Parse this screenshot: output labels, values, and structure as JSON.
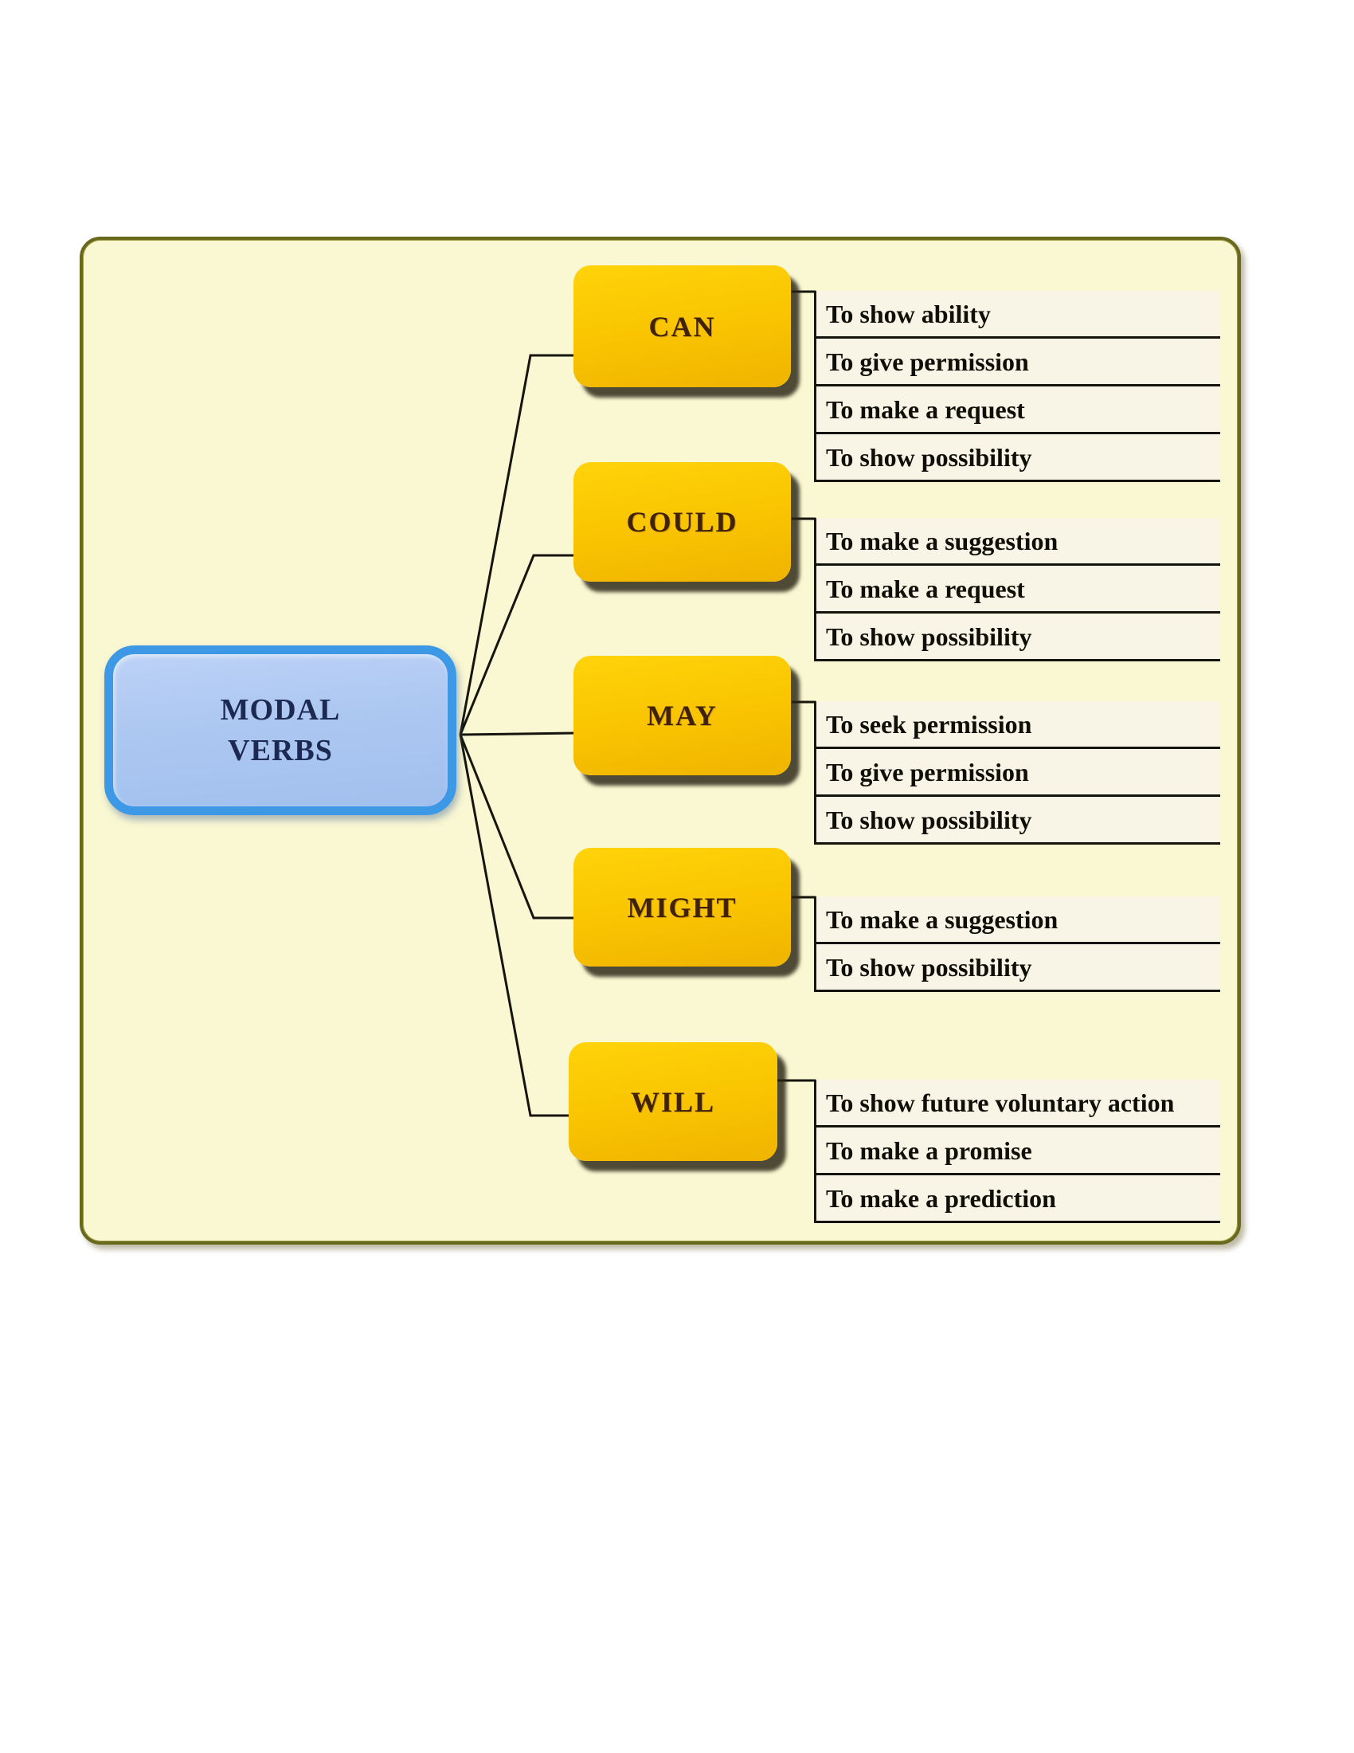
{
  "root": {
    "lines": [
      "MODAL",
      "VERBS"
    ],
    "label": "MODAL VERBS"
  },
  "branches": [
    {
      "label": "CAN",
      "uses": [
        "To show ability",
        "To give permission",
        "To make a request",
        "To show possibility"
      ]
    },
    {
      "label": "COULD",
      "uses": [
        "To make a suggestion",
        "To make a request",
        "To show possibility"
      ]
    },
    {
      "label": "MAY",
      "uses": [
        "To seek permission",
        "To give permission",
        "To show possibility"
      ]
    },
    {
      "label": "MIGHT",
      "uses": [
        "To make a suggestion",
        "To show possibility"
      ]
    },
    {
      "label": "WILL",
      "uses": [
        "To show future voluntary action",
        "To make a promise",
        "To make a prediction"
      ]
    }
  ],
  "colors": {
    "page_background": "#FFFFFF",
    "panel_background": "#FAF8D2",
    "panel_border": "#69691D",
    "root_border": "#3D99E6",
    "root_fill": "#ACC7F1",
    "root_text": "#1C2A52",
    "branch_fill": "#F9C301",
    "branch_text": "#3F2208",
    "branch_shadow": "#2A2314",
    "line_color": "#15150D",
    "use_row_background": "#F8F5E6",
    "use_text": "#0F0F08"
  }
}
